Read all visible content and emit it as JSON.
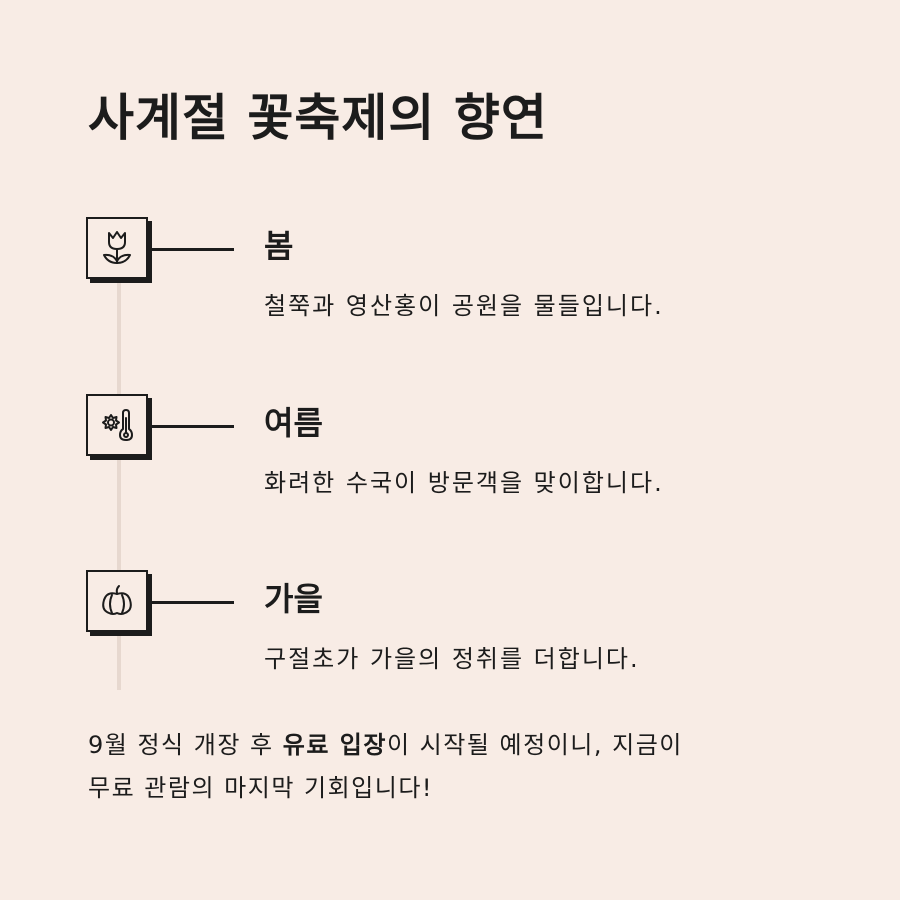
{
  "title": "사계절 꽃축제의 향연",
  "items": [
    {
      "icon": "tulip-icon",
      "season": "봄",
      "desc": "철쭉과 영산홍이 공원을 물들입니다."
    },
    {
      "icon": "sun-thermometer-icon",
      "season": "여름",
      "desc": "화려한 수국이 방문객을 맞이합니다."
    },
    {
      "icon": "pumpkin-icon",
      "season": "가을",
      "desc": "구절초가 가을의 정취를 더합니다."
    }
  ],
  "footer": {
    "part1": "9월 정식 개장 후 ",
    "bold": "유료 입장",
    "part2": "이 시작될 예정이니, 지금이",
    "line2": "무료 관람의 마지막 기회입니다!"
  },
  "colors": {
    "background": "#f8ece5",
    "ink": "#1c1c1c",
    "timeline": "#e7d8cf"
  }
}
